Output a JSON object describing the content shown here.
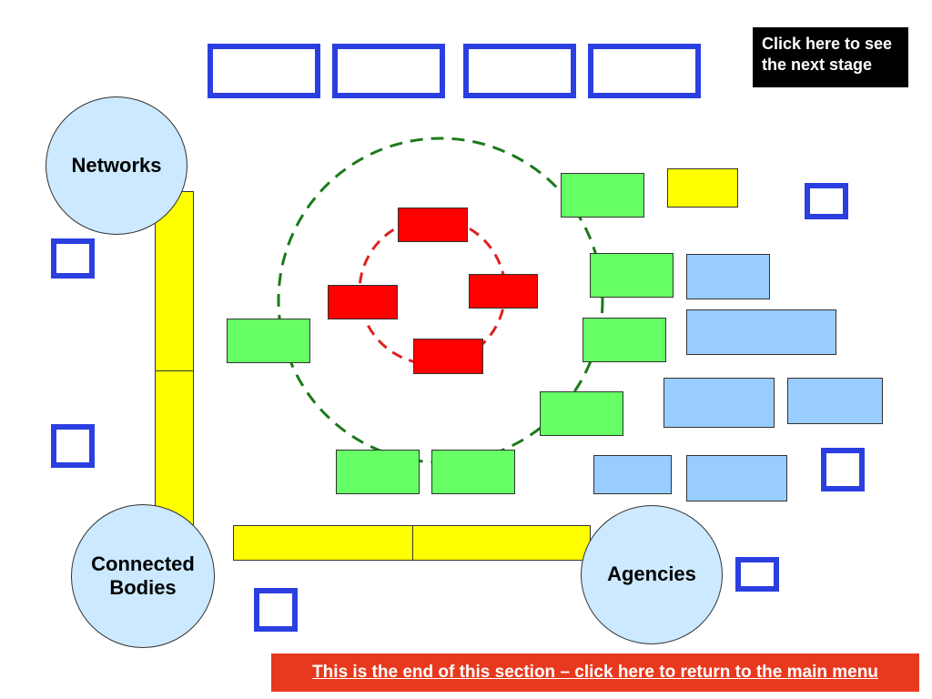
{
  "circles": {
    "networks": "Networks",
    "connected_bodies": "Connected\nBodies",
    "agencies": "Agencies"
  },
  "buttons": {
    "next_stage": "Click here to see the next stage",
    "return_menu": "This is the end of this section – click here to return to the main menu"
  },
  "colors": {
    "blue_frame": "#2b3fe0",
    "green_box": "#66ff66",
    "red_box": "#ff0000",
    "light_blue_box": "#99ccff",
    "yellow_bar": "#ffff00",
    "circle_fill": "#cce9ff",
    "outer_ring": "#1a7a1a",
    "inner_ring": "#e02020",
    "end_button": "#e8391e"
  }
}
